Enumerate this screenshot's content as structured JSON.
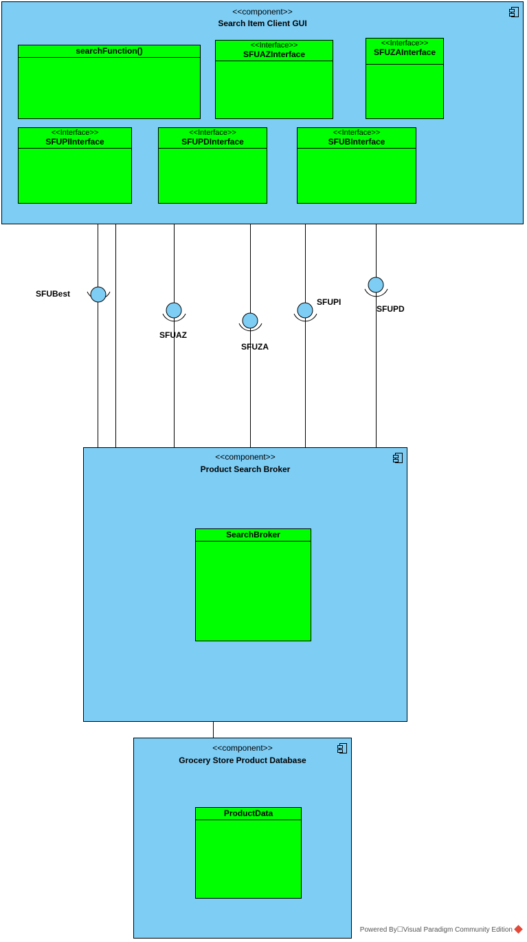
{
  "components": {
    "client_gui": {
      "stereotype": "<<component>>",
      "name": "Search Item Client GUI"
    },
    "broker": {
      "stereotype": "<<component>>",
      "name": "Product Search Broker"
    },
    "database": {
      "stereotype": "<<component>>",
      "name": "Grocery Store Product Database"
    }
  },
  "classes": {
    "search_function": {
      "name": "searchFunction()"
    },
    "sfuaz_interface": {
      "stereotype": "<<Interface>>",
      "name": "SFUAZInterface"
    },
    "sfuza_interface": {
      "stereotype": "<<Interface>>",
      "name": "SFUZAInterface"
    },
    "sfupi_interface": {
      "stereotype": "<<Interface>>",
      "name": "SFUPIInterface"
    },
    "sfupd_interface": {
      "stereotype": "<<Interface>>",
      "name": "SFUPDInterface"
    },
    "sfub_interface": {
      "stereotype": "<<Interface>>",
      "name": "SFUBInterface"
    },
    "search_broker": {
      "name": "SearchBroker"
    },
    "product_data": {
      "name": "ProductData"
    }
  },
  "interfaces": {
    "sfubest": "SFUBest",
    "sfuaz": "SFUAZ",
    "sfuza": "SFUZA",
    "sfupi": "SFUPI",
    "sfupd": "SFUPD"
  },
  "colors": {
    "component_fill": "#7dcdf5",
    "class_fill": "#00ff00",
    "line": "#000000"
  },
  "footer": {
    "text": "Powered By☐Visual Paradigm Community Edition",
    "icon": "visual-paradigm-logo-icon"
  }
}
